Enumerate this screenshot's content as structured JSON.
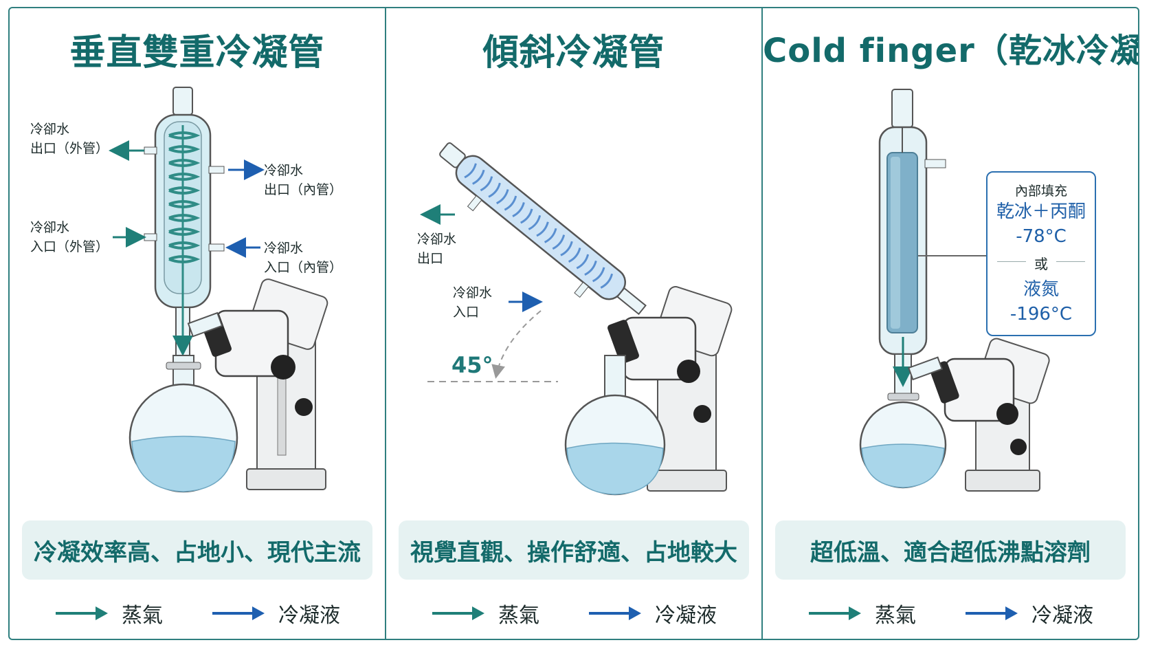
{
  "panels": [
    {
      "title": "垂直雙重冷凝管",
      "labels": {
        "out_outer": [
          "冷卻水",
          "出口（外管）"
        ],
        "out_inner": [
          "冷卻水",
          "出口（內管）"
        ],
        "in_outer": [
          "冷卻水",
          "入口（外管）"
        ],
        "in_inner": [
          "冷卻水",
          "入口（內管）"
        ]
      },
      "summary": "冷凝效率高、占地小、現代主流",
      "legend": {
        "vapor": "蒸氣",
        "condensate": "冷凝液"
      }
    },
    {
      "title": "傾斜冷凝管",
      "labels": {
        "out": [
          "冷卻水",
          "出口"
        ],
        "in": [
          "冷卻水",
          "入口"
        ]
      },
      "angle": "45°",
      "summary": "視覺直觀、操作舒適、占地較大",
      "legend": {
        "vapor": "蒸氣",
        "condensate": "冷凝液"
      }
    },
    {
      "title": "Cold finger（乾冰冷凝）",
      "info": {
        "header": "內部填充",
        "fill1": "乾冰＋丙酮",
        "temp1": "-78°C",
        "or": "或",
        "fill2": "液氮",
        "temp2": "-196°C"
      },
      "summary": "超低溫、適合超低沸點溶劑",
      "legend": {
        "vapor": "蒸氣",
        "condensate": "冷凝液"
      }
    }
  ],
  "colors": {
    "frame": "#2f7f7f",
    "title": "#136a6a",
    "vapor_arrow": "#1f7f78",
    "condensate_arrow": "#1e5fb0",
    "summary_bg": "#e6f2f2",
    "glass": "#d7eef4",
    "liquid": "#a9d6ea"
  }
}
